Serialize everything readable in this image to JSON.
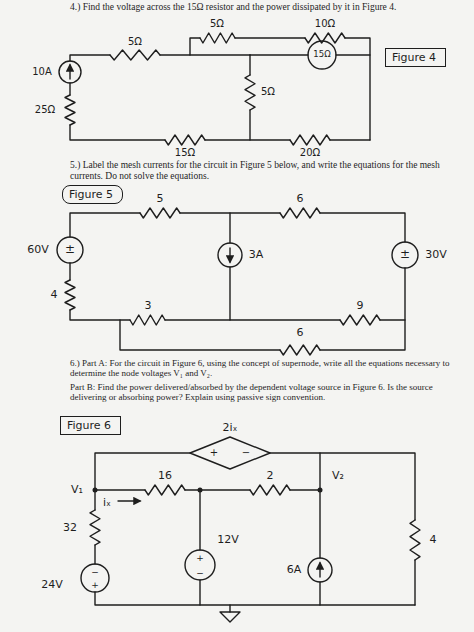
{
  "diagram": {
    "nodes": [
      {
        "text": [
          "Figure 4"
        ]
      },
      {
        "text": [
          "Figure 5"
        ]
      },
      {
        "text": [
          "Figure 6"
        ]
      }
    ],
    "labels": [
      "4.) Find the voltage across the 15Ω resistor and the power dissipated by it in Figure 4.",
      "5Ω",
      "10Ω",
      "10A",
      "5Ω",
      "15Ω",
      "5Ω",
      "25Ω",
      "15Ω",
      "20Ω",
      "5.) Label the mesh currents for the circuit in Figure 5 below, and write the equations for the mesh currents. Do not solve the equations.",
      "5",
      "6",
      "60V",
      "±",
      "3A",
      "±",
      "30V",
      "4",
      "3",
      "9",
      "6",
      "6.) Part A: For the circuit in Figure 6, using the concept of supernode, write all the equations necessary to determine the node voltages V₁ and V₂.",
      "Part B: Find the power delivered/absorbed by the dependent voltage source in Figure 6. Is the source delivering or absorbing power? Explain using passive sign convention.",
      "2iₓ",
      "+",
      "−",
      "16",
      "V₁",
      "iₓ",
      "2",
      "V₂",
      "12V",
      "+",
      "−",
      "32",
      "4",
      "6A",
      "24V",
      "−",
      "+"
    ]
  }
}
